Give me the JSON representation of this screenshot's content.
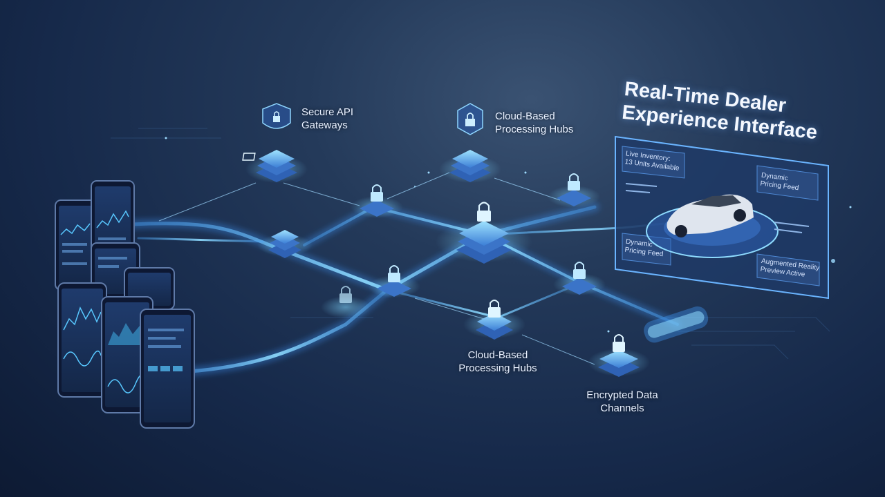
{
  "title": {
    "line1": "Real-Time Dealer",
    "line2": "Experience Interface"
  },
  "labels": {
    "secure_api": {
      "line1": "Secure API",
      "line2": "Gateways",
      "icon": "shield-lock-icon"
    },
    "cloud_top": {
      "line1": "Cloud-Based",
      "line2": "Processing Hubs",
      "icon": "padlock-icon"
    },
    "cloud_bottom": {
      "line1": "Cloud-Based",
      "line2": "Processing Hubs"
    },
    "encrypted": {
      "line1": "Encrypted Data",
      "line2": "Channels"
    }
  },
  "dealer_panel": {
    "inventory_line1": "Live Inventory:",
    "inventory_line2": "13 Units Available",
    "pricing_right_line1": "Dynamic",
    "pricing_right_line2": "Pricing Feed",
    "pricing_left_line1": "Dynamic",
    "pricing_left_line2": "Pricing Feed",
    "ar_line1": "Augmented Reality",
    "ar_line2": "Preview Active"
  },
  "colors": {
    "accent": "#4fb8ff",
    "glow": "#7fd6ff",
    "node": "#2b5aa8",
    "panel": "#1f3a66",
    "background": "#16294a"
  }
}
